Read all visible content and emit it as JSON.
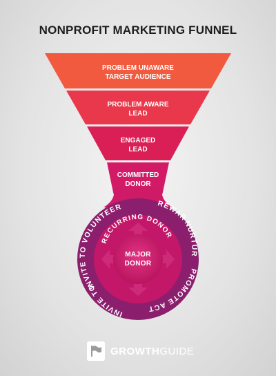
{
  "title": "NONPROFIT MARKETING FUNNEL",
  "funnel": {
    "stages": [
      {
        "line1": "PROBLEM UNAWARE",
        "line2": "TARGET AUDIENCE",
        "color": "#f15a3e"
      },
      {
        "line1": "PROBLEM AWARE",
        "line2": "LEAD",
        "color": "#e9384b"
      },
      {
        "line1": "ENGAGED",
        "line2": "LEAD",
        "color": "#d91f55"
      },
      {
        "line1": "COMMITTED",
        "line2": "DONOR",
        "color": "#d31a66"
      }
    ]
  },
  "cycle": {
    "inner_ring": "RECURRING DONOR",
    "center_line1": "MAJOR",
    "center_line2": "DONOR",
    "outer_left": "INVITE TO VOLUNTEER",
    "outer_right": "REWARD",
    "outer_right_lower": "NURTURE",
    "outer_bottom_right": "PROMOTE ACTIVISM",
    "outer_bottom_left": "INVITE TO EVENTS",
    "ring_color": "#8b1f6e",
    "core_color": "#c8166e"
  },
  "brand": {
    "name_bold": "GROWTH",
    "name_regular": "GUIDE",
    "logo_icon": "flag-icon"
  }
}
